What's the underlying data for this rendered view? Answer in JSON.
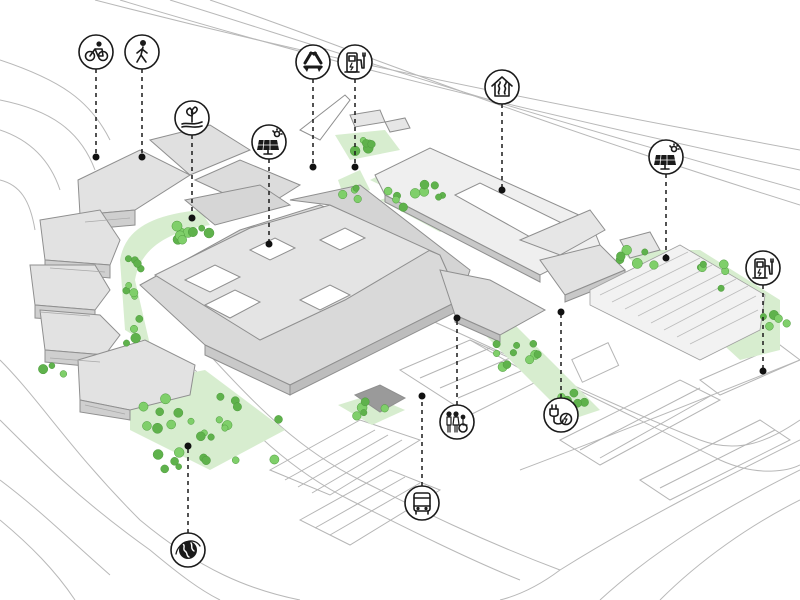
{
  "colors": {
    "background": "#ffffff",
    "building_fill": "#d9d9d9",
    "building_roof": "#e4e4e4",
    "building_stroke": "#8f8f8f",
    "green_area": "#d7edcf",
    "tree": "#7fcf6a",
    "tree_dark": "#5fb24c",
    "road_line": "#b5b5b5",
    "leader": "#1a1a1a",
    "icon_stroke": "#1a1a1a"
  },
  "icons": [
    {
      "id": "bicycle",
      "icon": "bicycle-icon"
    },
    {
      "id": "pedestrian",
      "icon": "pedestrian-icon"
    },
    {
      "id": "plant",
      "icon": "plant-in-hand-icon"
    },
    {
      "id": "solar-west",
      "icon": "solar-panel-icon"
    },
    {
      "id": "recycle",
      "icon": "recycle-icon"
    },
    {
      "id": "ev-charger-north",
      "icon": "ev-charging-station-icon"
    },
    {
      "id": "housing",
      "icon": "house-heating-icon"
    },
    {
      "id": "solar-east",
      "icon": "solar-panel-icon"
    },
    {
      "id": "ev-charger-east",
      "icon": "ev-charging-station-icon"
    },
    {
      "id": "accessibility",
      "icon": "accessible-family-icon"
    },
    {
      "id": "ev-plug",
      "icon": "ev-plug-icon"
    },
    {
      "id": "bus",
      "icon": "bus-icon"
    },
    {
      "id": "globe",
      "icon": "globe-icon"
    }
  ]
}
